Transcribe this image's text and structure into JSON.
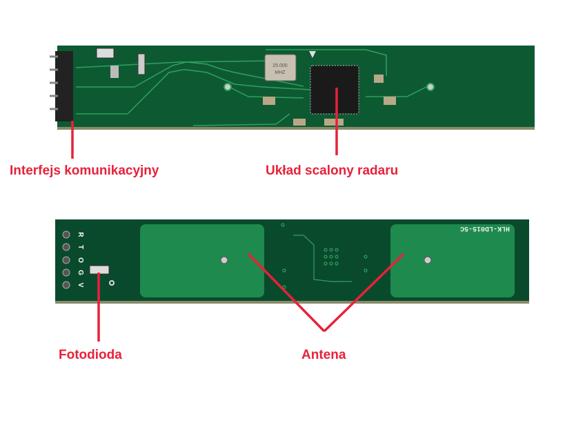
{
  "colors": {
    "accent": "#e8213a",
    "pcb": "#0d5a32",
    "pcb_dark": "#0a3f24",
    "pad": "#1e8a4e"
  },
  "top_board": {
    "crystal_freq": "25.000",
    "crystal_unit": "MHZ"
  },
  "bottom_board": {
    "model": "HLK-LD015-5C",
    "pins": [
      "R",
      "T",
      "O",
      "G",
      "V"
    ]
  },
  "labels": {
    "interface": "Interfejs komunikacyjny",
    "radar_ic": "Układ scalony radaru",
    "photodiode": "Fotodioda",
    "antenna": "Antena"
  }
}
